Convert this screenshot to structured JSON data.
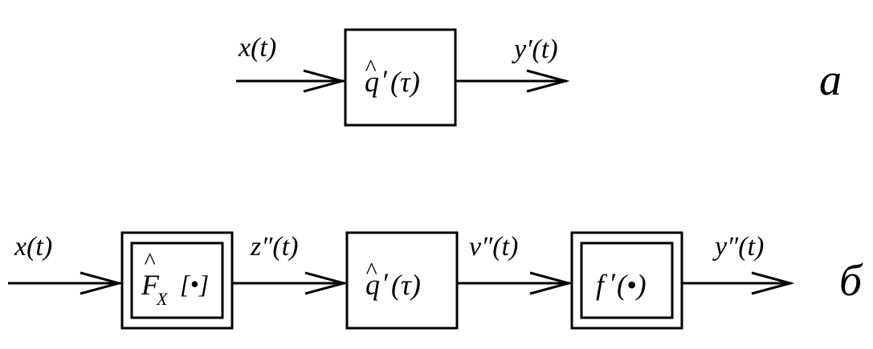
{
  "diagram": {
    "colors": {
      "stroke": "#000000",
      "background": "#ffffff"
    },
    "part_a": {
      "panel_label": "а",
      "input_signal": "x(t)",
      "block": {
        "hat": "^",
        "symbol": "q",
        "prime": "′",
        "argument": "(τ)"
      },
      "output_signal": "y′(t)"
    },
    "part_b": {
      "panel_label": "б",
      "input_signal": "x(t)",
      "block1": {
        "hat": "^",
        "symbol": "F",
        "subscript": "X",
        "argument": "[•]"
      },
      "signal_1": "z″(t)",
      "block2": {
        "hat": "^",
        "symbol": "q",
        "prime": "′",
        "argument": "(τ)"
      },
      "signal_2": "v″(t)",
      "block3": {
        "symbol": "f",
        "prime": "′",
        "argument": "(•)"
      },
      "output_signal": "y″(t)"
    }
  }
}
